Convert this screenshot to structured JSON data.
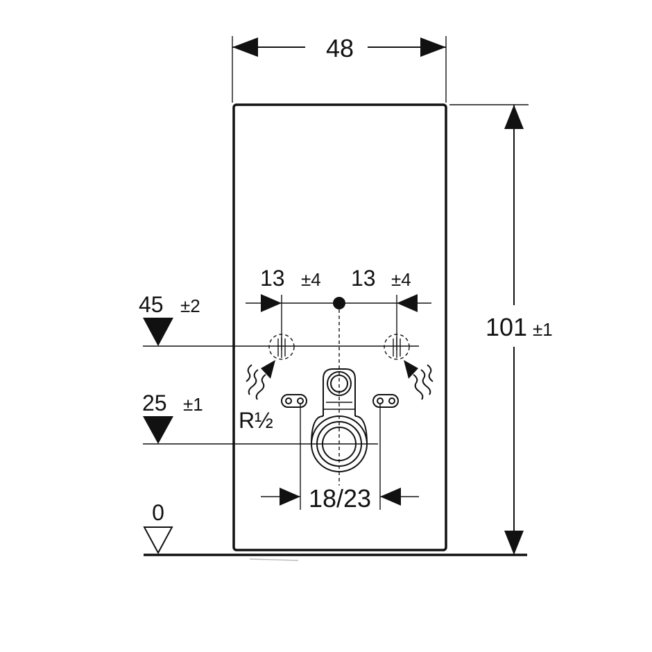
{
  "dimensions": {
    "width_value": "48",
    "height_value": "101",
    "height_tol": "±1",
    "left_offset_value": "13",
    "left_offset_tol": "±4",
    "right_offset_value": "13",
    "right_offset_tol": "±4",
    "supply_height_value": "45",
    "supply_height_tol": "±2",
    "drain_height_value": "25",
    "drain_height_tol": "±1",
    "floor_level_value": "0",
    "thread_label": "R½",
    "bolt_spacing_label": "18/23"
  }
}
